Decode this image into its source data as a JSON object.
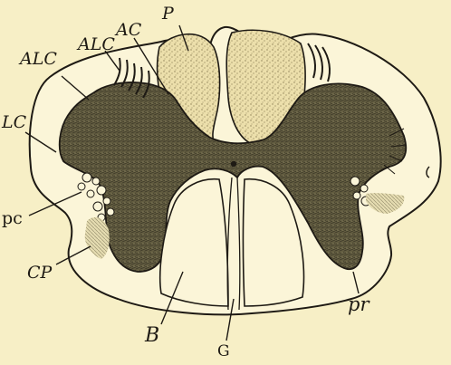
{
  "figure": {
    "background_color": "#f7efc6",
    "ink_color": "#1e1a14",
    "grey_matter_color": "#5f5a40",
    "white_matter_color": "#fbf5d8",
    "posterior_column_color": "#eadfae"
  },
  "labels": {
    "p": "P",
    "alc_outer": "ALC",
    "alc_inner": "ALC",
    "ac": "AC",
    "lc": "LC",
    "pc": "pc",
    "cp": "CP",
    "b": "B",
    "g": "G",
    "pr": "pr"
  }
}
